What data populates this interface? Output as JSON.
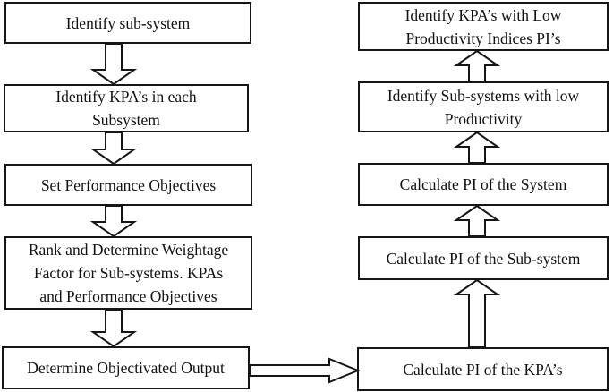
{
  "diagram": {
    "type": "flowchart",
    "background_color": "#ffffff",
    "line_color": "#161616",
    "text_color": "#111111",
    "boxes": [
      {
        "id": "identify-sub-system",
        "lines": [
          "Identify sub-system"
        ]
      },
      {
        "id": "identify-kpas-in-each-subsystem",
        "lines": [
          "Identify KPA’s in each",
          "Subsystem"
        ]
      },
      {
        "id": "set-performance-objectives",
        "lines": [
          "Set Performance Objectives"
        ]
      },
      {
        "id": "rank-and-determine-weightage",
        "lines": [
          "Rank and Determine Weightage",
          "Factor for Sub-systems. KPAs",
          "and Performance Objectives"
        ]
      },
      {
        "id": "determine-objectivated-output",
        "lines": [
          "Determine Objectivated Output"
        ]
      },
      {
        "id": "calculate-pi-of-the-kpas",
        "lines": [
          "Calculate PI of the KPA’s"
        ]
      },
      {
        "id": "calculate-pi-of-the-sub-system",
        "lines": [
          "Calculate PI of the Sub-system"
        ]
      },
      {
        "id": "calculate-pi-of-the-system",
        "lines": [
          "Calculate PI of the System"
        ]
      },
      {
        "id": "identify-sub-systems-with-low-productivity",
        "lines": [
          "Identify Sub-systems with low",
          "Productivity"
        ]
      },
      {
        "id": "identify-kpas-with-low-pi",
        "lines": [
          "Identify KPA’s with Low",
          "Productivity Indices PI’s"
        ]
      }
    ],
    "connectors": [
      {
        "from": "identify-sub-system",
        "to": "identify-kpas-in-each-subsystem",
        "direction": "down"
      },
      {
        "from": "identify-kpas-in-each-subsystem",
        "to": "set-performance-objectives",
        "direction": "down"
      },
      {
        "from": "set-performance-objectives",
        "to": "rank-and-determine-weightage",
        "direction": "down"
      },
      {
        "from": "rank-and-determine-weightage",
        "to": "determine-objectivated-output",
        "direction": "down"
      },
      {
        "from": "determine-objectivated-output",
        "to": "calculate-pi-of-the-kpas",
        "direction": "right"
      },
      {
        "from": "calculate-pi-of-the-kpas",
        "to": "calculate-pi-of-the-sub-system",
        "direction": "up"
      },
      {
        "from": "calculate-pi-of-the-sub-system",
        "to": "calculate-pi-of-the-system",
        "direction": "up"
      },
      {
        "from": "calculate-pi-of-the-system",
        "to": "identify-sub-systems-with-low-productivity",
        "direction": "up"
      },
      {
        "from": "identify-sub-systems-with-low-productivity",
        "to": "identify-kpas-with-low-pi",
        "direction": "up"
      }
    ]
  }
}
